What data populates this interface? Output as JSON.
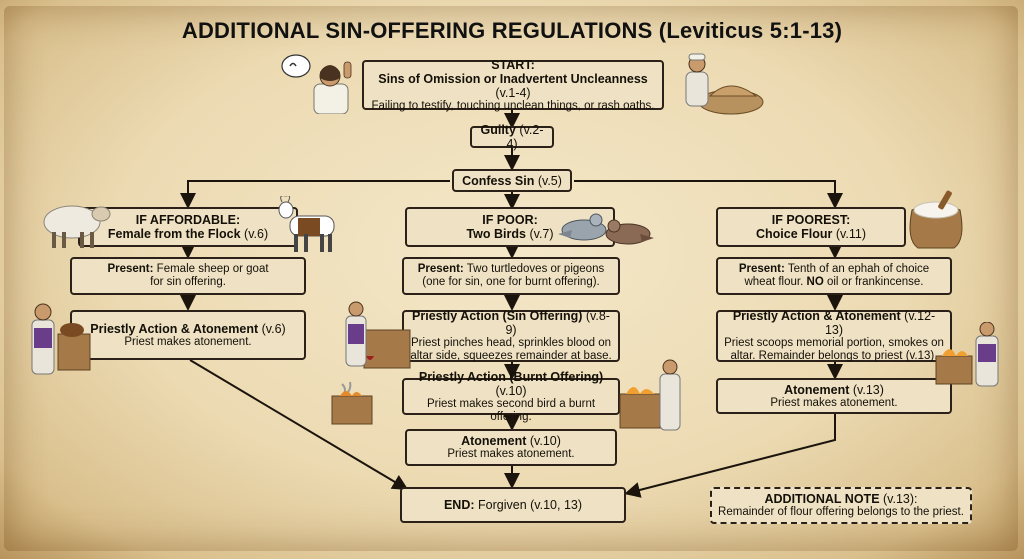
{
  "title": "ADDITIONAL SIN-OFFERING REGULATIONS (Leviticus 5:1-13)",
  "nodes": {
    "start": {
      "label": "START:",
      "title": "Sins of Omission or Inadvertent Uncleanness",
      "ref": "(v.1-4)",
      "desc": "Failing to testify, touching unclean things, or rash oaths."
    },
    "guilty": {
      "label": "Guilty",
      "ref": "(v.2-4)"
    },
    "confess": {
      "label": "Confess Sin",
      "ref": "(v.5)"
    },
    "affordable": {
      "header": "IF AFFORDABLE:",
      "title": "Female from the Flock",
      "ref": "(v.6)",
      "present_label": "Present:",
      "present_text1": "Female sheep or goat",
      "present_text2": "for sin offering.",
      "action_title": "Priestly Action & Atonement",
      "action_ref": "(v.6)",
      "action_text": "Priest makes atonement."
    },
    "poor": {
      "header": "IF POOR:",
      "title": "Two Birds",
      "ref": "(v.7)",
      "present_label": "Present:",
      "present_text1": "Two turtledoves or pigeons",
      "present_text2": "(one for sin, one for burnt offering).",
      "sin_title": "Priestly Action (Sin Offering)",
      "sin_ref": "(v.8-9)",
      "sin_text1": "Priest pinches head, sprinkles blood on",
      "sin_text2": "altar side, squeezes remainder at base.",
      "burnt_title": "Priestly Action (Burnt Offering)",
      "burnt_ref": "(v.10)",
      "burnt_text": "Priest makes second bird a burnt offering.",
      "atone_title": "Atonement",
      "atone_ref": "(v.10)",
      "atone_text": "Priest makes atonement."
    },
    "poorest": {
      "header": "IF POOREST:",
      "title": "Choice Flour",
      "ref": "(v.11)",
      "present_label": "Present:",
      "present_text1": "Tenth of an ephah of choice",
      "present_text2a": "wheat flour.",
      "present_no": "NO",
      "present_text2b": "oil or frankincense.",
      "action_title": "Priestly Action & Atonement",
      "action_ref": "(v.12-13)",
      "action_text1": "Priest scoops memorial portion, smokes on",
      "action_text2": "altar. Remainder belongs to priest",
      "action_text2_ref": "(v.13).",
      "atone_title": "Atonement",
      "atone_ref": "(v.13)",
      "atone_text": "Priest makes atonement."
    },
    "end": {
      "label": "END:",
      "text": "Forgiven",
      "ref": "(v.10, 13)"
    },
    "note": {
      "title": "ADDITIONAL NOTE",
      "ref": "(v.13):",
      "text": "Remainder of flour offering belongs to the priest."
    }
  },
  "colors": {
    "box_fill": "#efe2c4",
    "border": "#2b2118",
    "parchment": "#ecdab2"
  },
  "icons": [
    "thinking-man-icon",
    "priest-cloth-icon",
    "sheep-icon",
    "goat-icon",
    "doves-icon",
    "flour-sack-icon",
    "priest-altar-icon",
    "altar-fire-icon"
  ]
}
